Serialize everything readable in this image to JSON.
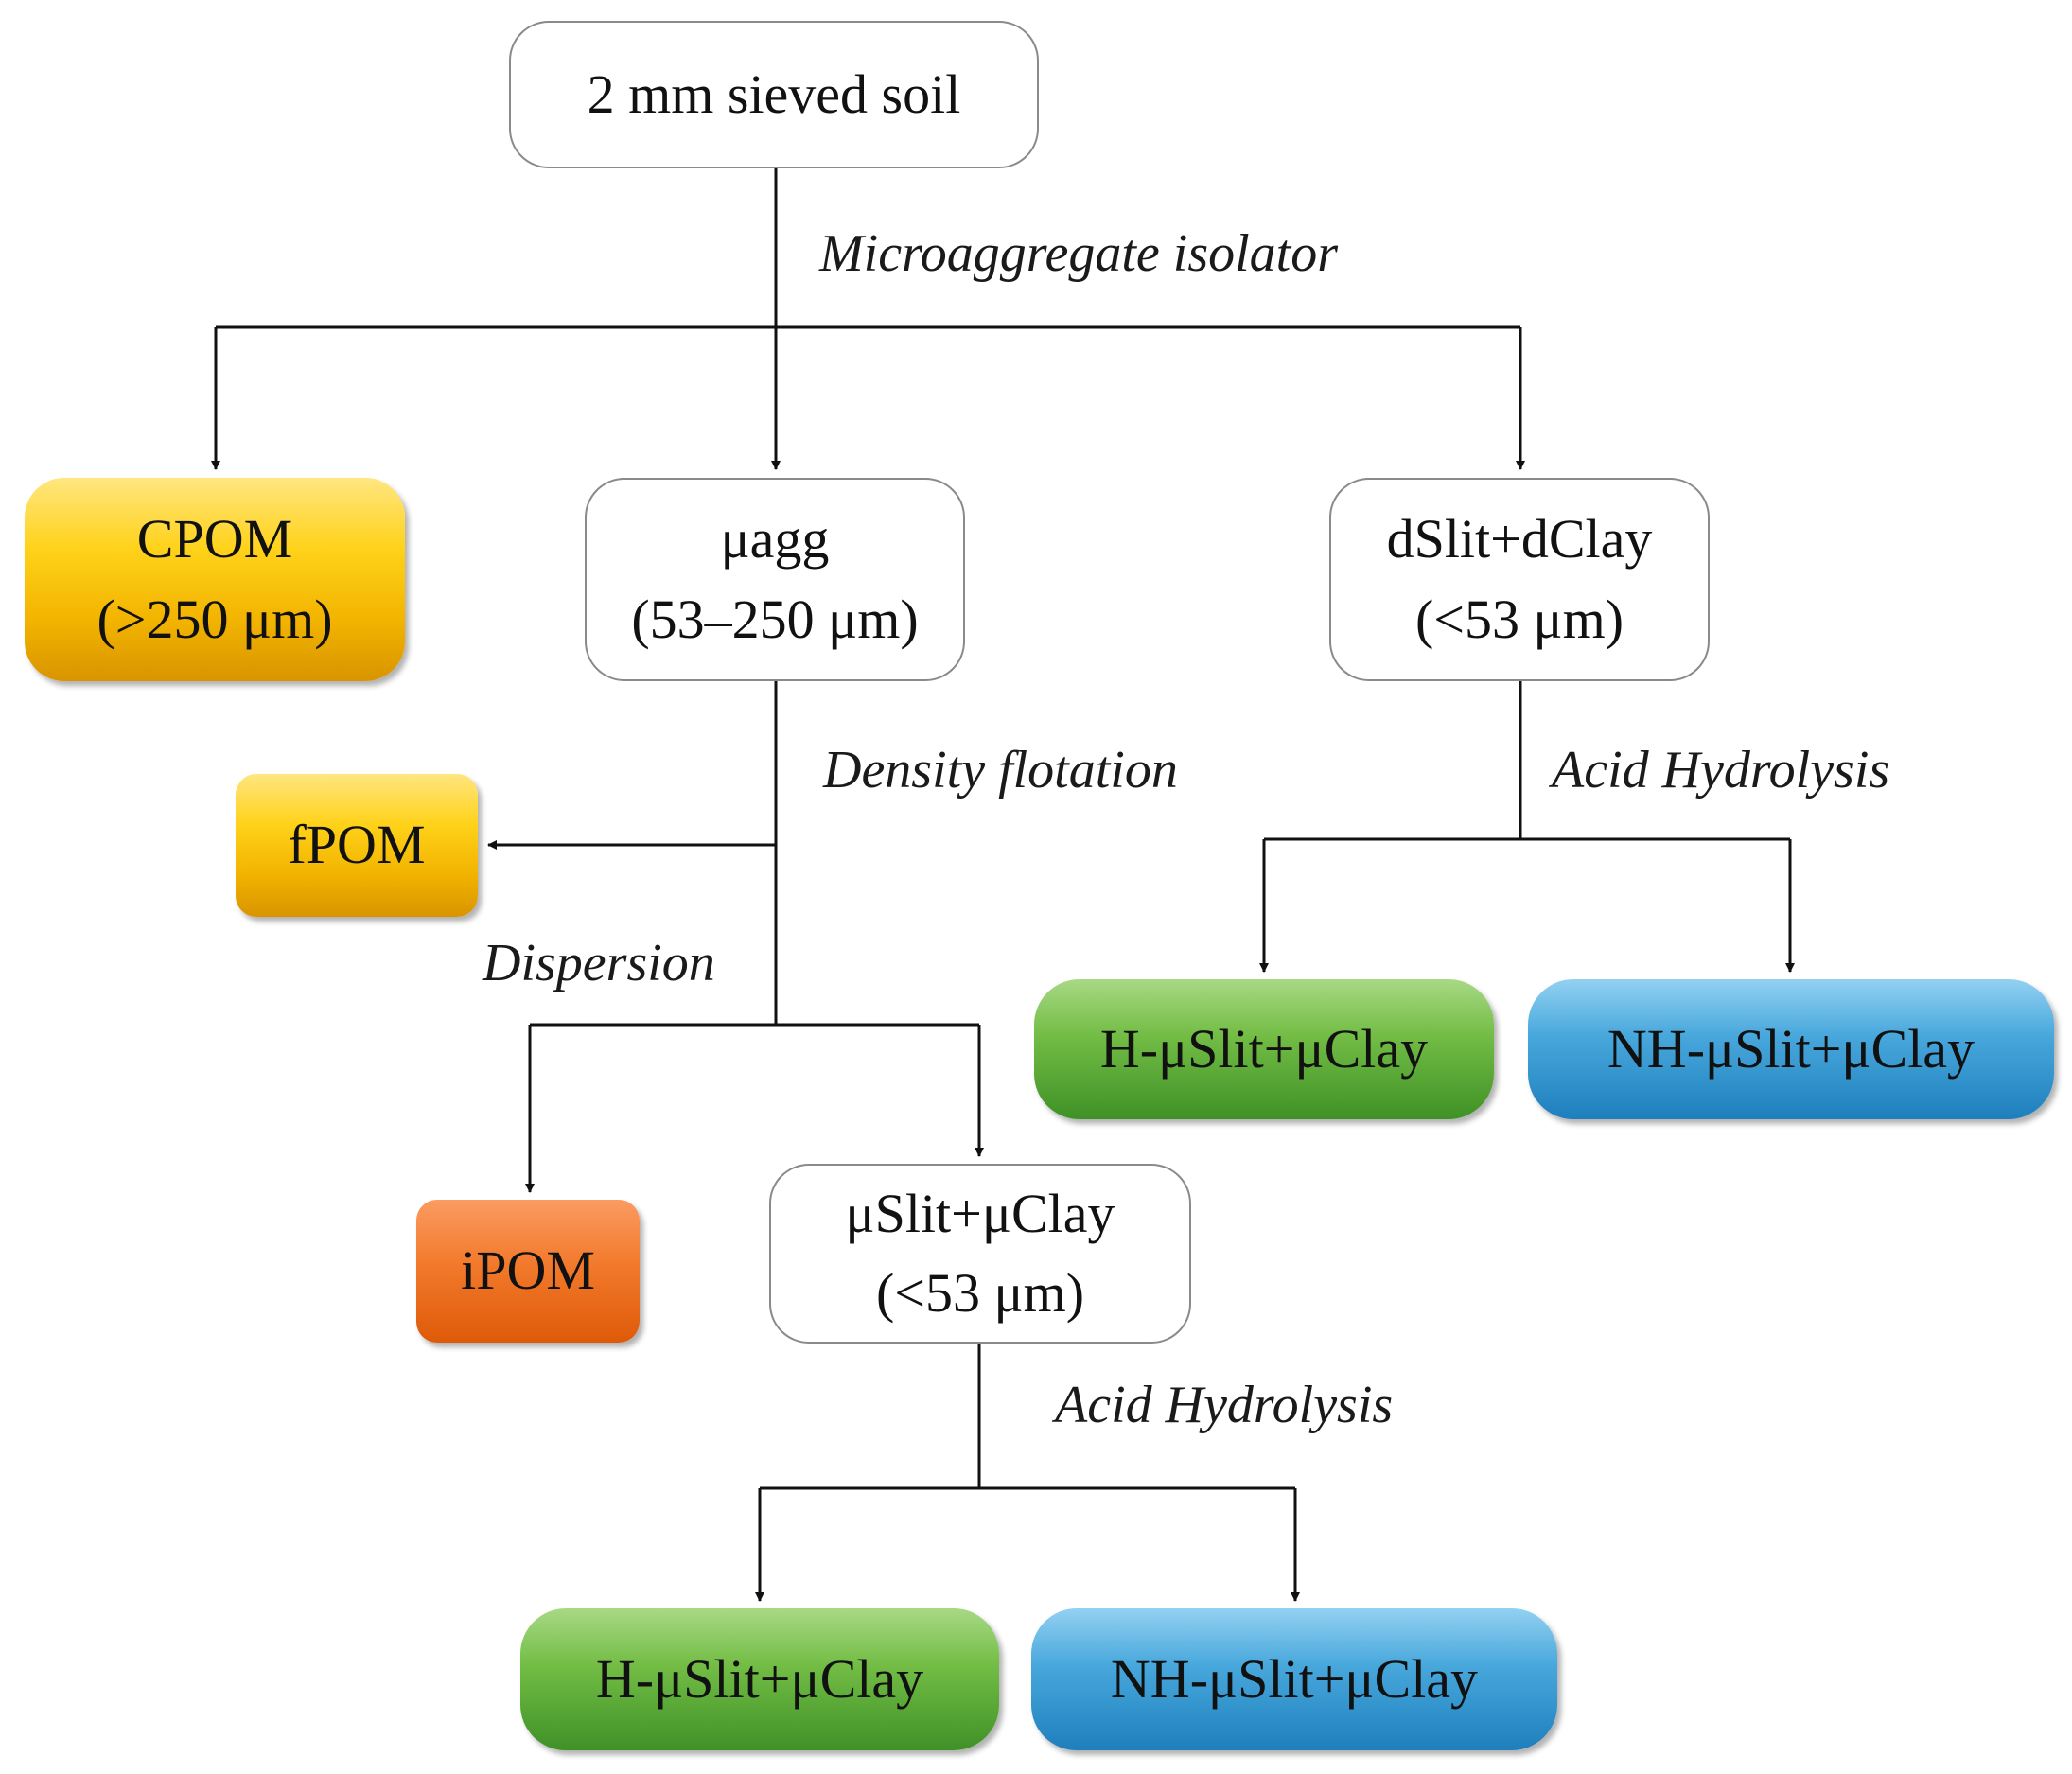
{
  "nodes": {
    "sieved_soil": {
      "line1": "2 mm sieved soil"
    },
    "cpom": {
      "line1": "CPOM",
      "line2": "(>250 μm)"
    },
    "uagg": {
      "line1": "μagg",
      "line2": "(53–250 μm)"
    },
    "dsilt_dclay": {
      "line1": "dSlit+dClay",
      "line2": "(<53 μm)"
    },
    "fpom": {
      "line1": "fPOM"
    },
    "ipom": {
      "line1": "iPOM"
    },
    "usilt_uclay": {
      "line1": "μSlit+μClay",
      "line2": "(<53 μm)"
    },
    "h_right": {
      "line1": "H-μSlit+μClay"
    },
    "nh_right": {
      "line1": "NH-μSlit+μClay"
    },
    "h_bottom": {
      "line1": "H-μSlit+μClay"
    },
    "nh_bottom": {
      "line1": "NH-μSlit+μClay"
    }
  },
  "steps": {
    "microaggregate_isolator": "Microaggregate isolator",
    "density_flotation": "Density flotation",
    "dispersion": "Dispersion",
    "acid_hydrolysis_right": "Acid Hydrolysis",
    "acid_hydrolysis_bottom": "Acid Hydrolysis"
  },
  "colors": {
    "line": "#111111",
    "plain_border": "#8a8a8a",
    "yellow": "#f2b400",
    "orange": "#f27a2c",
    "green": "#73bd45",
    "blue": "#48a8dc"
  }
}
